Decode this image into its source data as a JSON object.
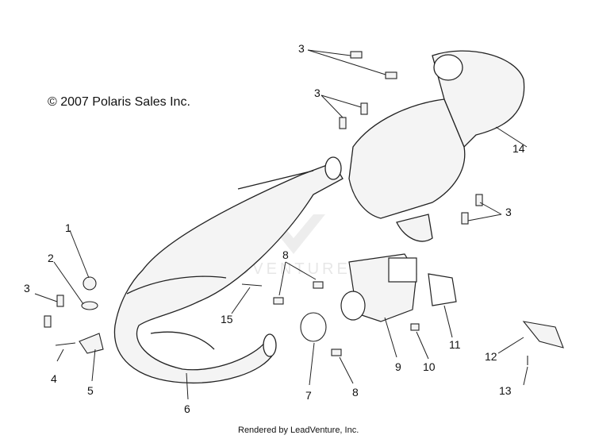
{
  "copyright": "© 2007 Polaris Sales Inc.",
  "footer": "Rendered by LeadVenture, Inc.",
  "watermark": "LEADVENTURE",
  "callouts": [
    "1",
    "2",
    "3",
    "3",
    "3",
    "3",
    "4",
    "5",
    "6",
    "7",
    "8",
    "8",
    "9",
    "10",
    "11",
    "12",
    "13",
    "14",
    "15"
  ],
  "colors": {
    "line": "#222222",
    "fill": "#f2f2f2",
    "watermark": "#d8d8d8"
  }
}
